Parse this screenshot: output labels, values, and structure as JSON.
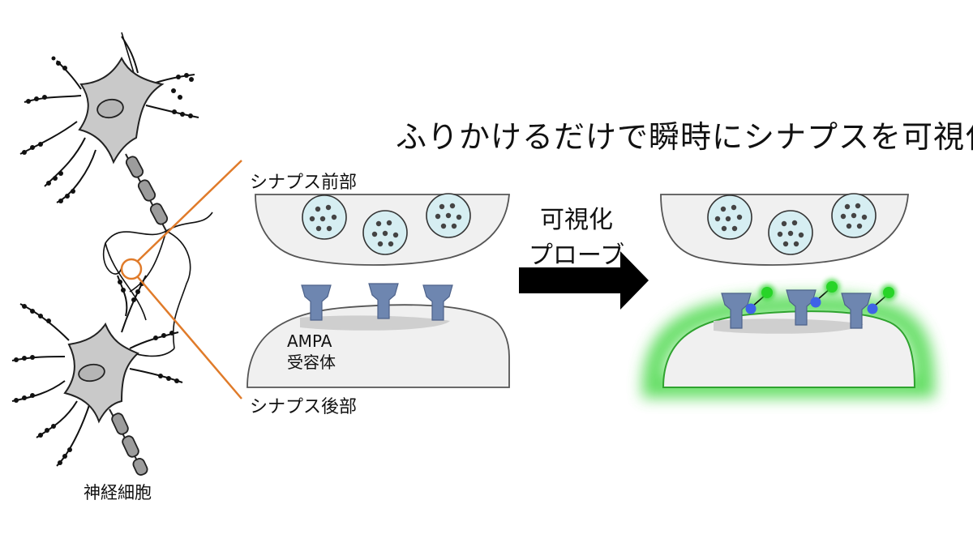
{
  "headline": "ふりかけるだけで瞬時にシナプスを可視化",
  "labels": {
    "presynaptic": "シナプス前部",
    "postsynaptic": "シナプス後部",
    "ampa_line1": "AMPA",
    "ampa_line2": "受容体",
    "neuron": "神経細胞",
    "probe_line1": "可視化",
    "probe_line2": "プローブ"
  },
  "colors": {
    "neuron_fill": "#c9c9c9",
    "terminal_fill": "#f0f0f0",
    "vesicle_fill": "#d6eef2",
    "receptor": "#6e86b0",
    "probe_green": "#28d428",
    "probe_blue": "#3f63e6",
    "glow_green": "#4cd94c",
    "highlight_line": "#e07b2a",
    "arrow": "#000000"
  }
}
